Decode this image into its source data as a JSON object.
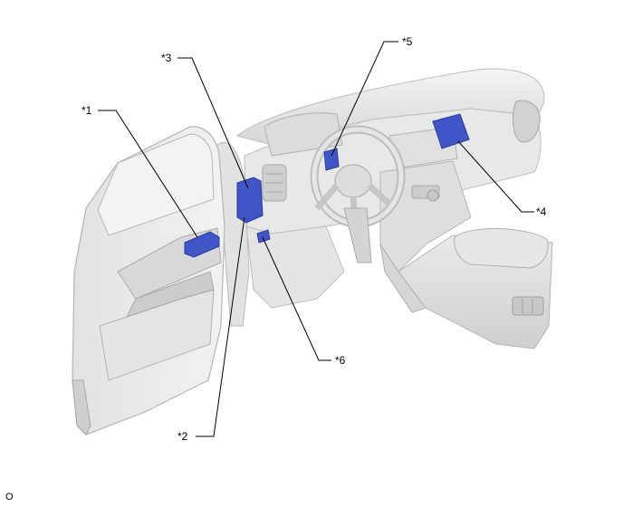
{
  "callouts": {
    "c1": "*1",
    "c2": "*2",
    "c3": "*3",
    "c4": "*4",
    "c5": "*5",
    "c6": "*6"
  },
  "footer_code": "O",
  "colors": {
    "highlight": "#3f55c8",
    "body_light": "#ececec",
    "body_mid": "#dadada",
    "body_dark": "#c4c4c4",
    "outline": "#b8b8b8"
  }
}
